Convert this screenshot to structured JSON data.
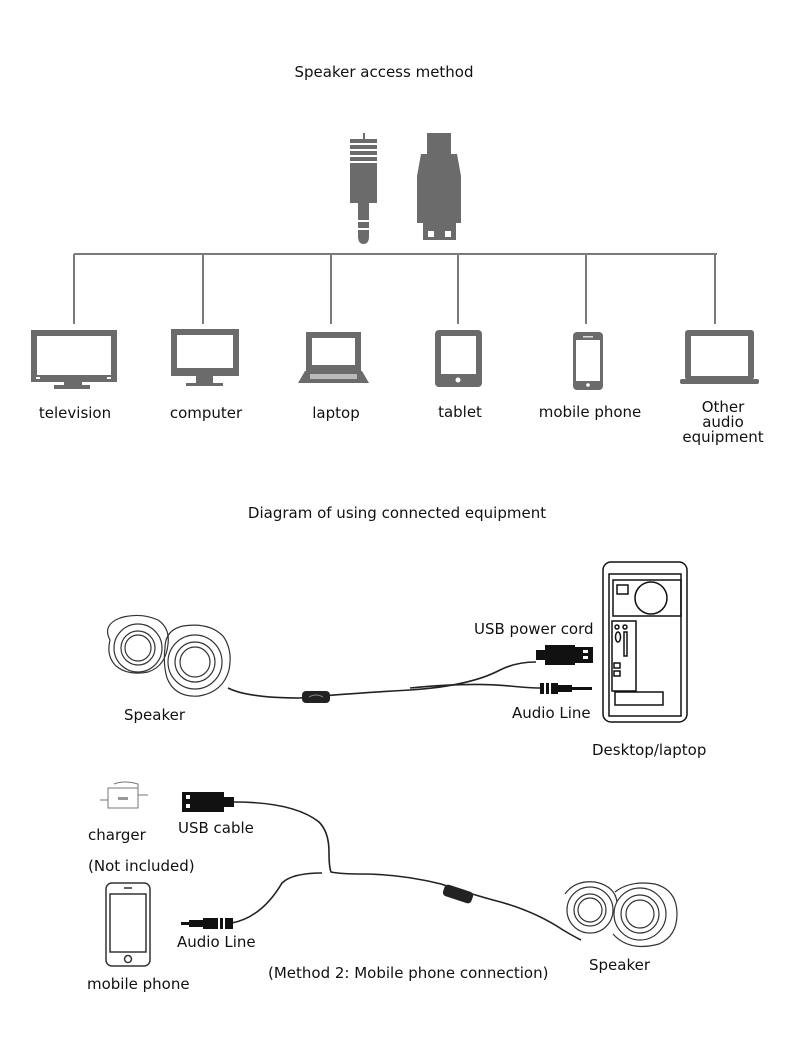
{
  "section1": {
    "title": "Speaker access method",
    "connectors": [
      "audio-jack-plug",
      "usb-plug"
    ],
    "devices": [
      {
        "label": "television",
        "icon": "television-icon"
      },
      {
        "label": "computer",
        "icon": "computer-monitor-icon"
      },
      {
        "label": "laptop",
        "icon": "laptop-icon"
      },
      {
        "label": "tablet",
        "icon": "tablet-icon"
      },
      {
        "label": "mobile phone",
        "icon": "mobile-phone-icon"
      },
      {
        "label": "Other audio equipment",
        "label_line1": "Other audio",
        "label_line2": "equipment",
        "icon": "other-audio-equipment-icon"
      }
    ]
  },
  "section2": {
    "title": "Diagram of using connected equipment",
    "method1": {
      "speaker_label": "Speaker",
      "usb_label": "USB power cord",
      "audio_label": "Audio Line",
      "device_label": "Desktop/laptop"
    },
    "method2": {
      "charger_label": "charger",
      "not_included_label": "(Not included)",
      "usb_label": "USB cable",
      "audio_label": "Audio Line",
      "phone_label": "mobile phone",
      "speaker_label": "Speaker",
      "caption": "(Method 2: Mobile phone connection)"
    }
  },
  "colors": {
    "icon_gray": "#6b6b6b",
    "line_gray": "#7a7a7a",
    "ink": "#111111"
  }
}
